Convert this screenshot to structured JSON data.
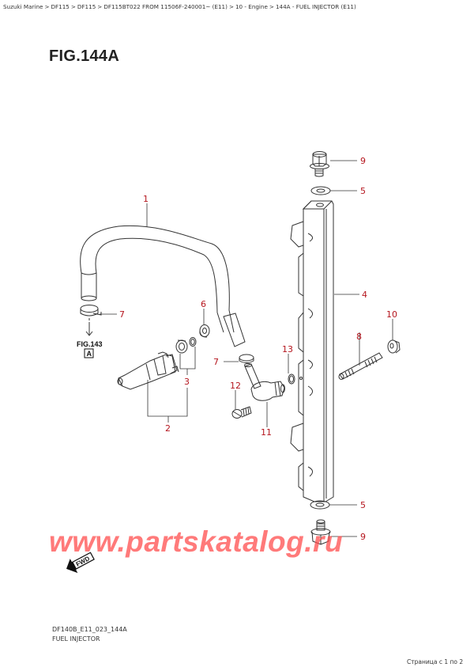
{
  "breadcrumb": [
    {
      "label": "Suzuki Marine"
    },
    {
      "label": "DF115"
    },
    {
      "label": "DF115"
    },
    {
      "label": "DF115BT022 FROM 11506F-240001~ (E11)"
    },
    {
      "label": "10 - Engine"
    },
    {
      "label": "144A - FUEL INJECTOR (E11)"
    }
  ],
  "breadcrumb_separator": ">",
  "figure": {
    "title": "FIG.144A",
    "reference": {
      "label": "FIG.143",
      "box": "A"
    },
    "fwd_label": "FWD"
  },
  "callouts": [
    {
      "num": "1",
      "part": "fuel hose"
    },
    {
      "num": "2",
      "part": "fuel injector"
    },
    {
      "num": "3",
      "part": "injector seal set"
    },
    {
      "num": "4",
      "part": "fuel delivery pipe"
    },
    {
      "num": "5",
      "part": "gasket (top)"
    },
    {
      "num": "5",
      "part": "gasket (bottom)"
    },
    {
      "num": "6",
      "part": "cushion"
    },
    {
      "num": "7",
      "part": "hose clip (left)"
    },
    {
      "num": "7",
      "part": "hose clip (center)"
    },
    {
      "num": "8",
      "part": "stud bolt"
    },
    {
      "num": "9",
      "part": "plug bolt (top)"
    },
    {
      "num": "9",
      "part": "plug bolt (bottom)"
    },
    {
      "num": "10",
      "part": "nut"
    },
    {
      "num": "11",
      "part": "fuel inlet union"
    },
    {
      "num": "12",
      "part": "bolt"
    },
    {
      "num": "13",
      "part": "o-ring"
    }
  ],
  "watermark": "www.partskatalog.ru",
  "footer": {
    "code": "DF140B_E11_023_144A",
    "name": "FUEL INJECTOR"
  },
  "pagination": "Страница с 1 по 2",
  "colors": {
    "callout": "#b5161e",
    "watermark": "#ff4646",
    "line": "#333333"
  }
}
